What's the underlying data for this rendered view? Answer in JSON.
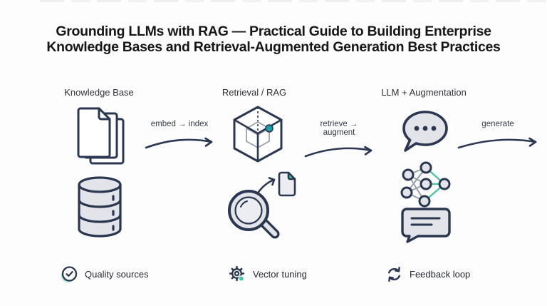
{
  "theme": {
    "bg": "#fdfdfd",
    "navy": "#2b3750",
    "teal": "#17a0a8",
    "mint": "#41c5a0",
    "gray-fill": "#e2e4e9",
    "edge-gray": "#9aa0ab",
    "title-color": "#161616"
  },
  "title": {
    "line1": "Grounding LLMs with RAG — Practical Guide to Building Enterprise",
    "line2": "Knowledge Bases and Retrieval-Augmented Generation Best Practices"
  },
  "columns": [
    {
      "label": "Knowledge Base",
      "icons": [
        "documents-stack-icon",
        "database-icon"
      ]
    },
    {
      "label": "Retrieval / RAG",
      "icons": [
        "vector-cube-icon",
        "magnifier-document-icon"
      ]
    },
    {
      "label": "LLM + Augmentation",
      "icons": [
        "chat-bubble-icon",
        "neural-network-icon",
        "message-box-icon"
      ]
    }
  ],
  "flows": [
    {
      "label": "embed → index"
    },
    {
      "label": "retrieve → augment"
    },
    {
      "label": "generate"
    }
  ],
  "footers": [
    {
      "icon": "check-circle-icon",
      "label": "Quality sources"
    },
    {
      "icon": "gear-icon",
      "label": "Vector tuning"
    },
    {
      "icon": "refresh-icon",
      "label": "Feedback loop"
    }
  ]
}
